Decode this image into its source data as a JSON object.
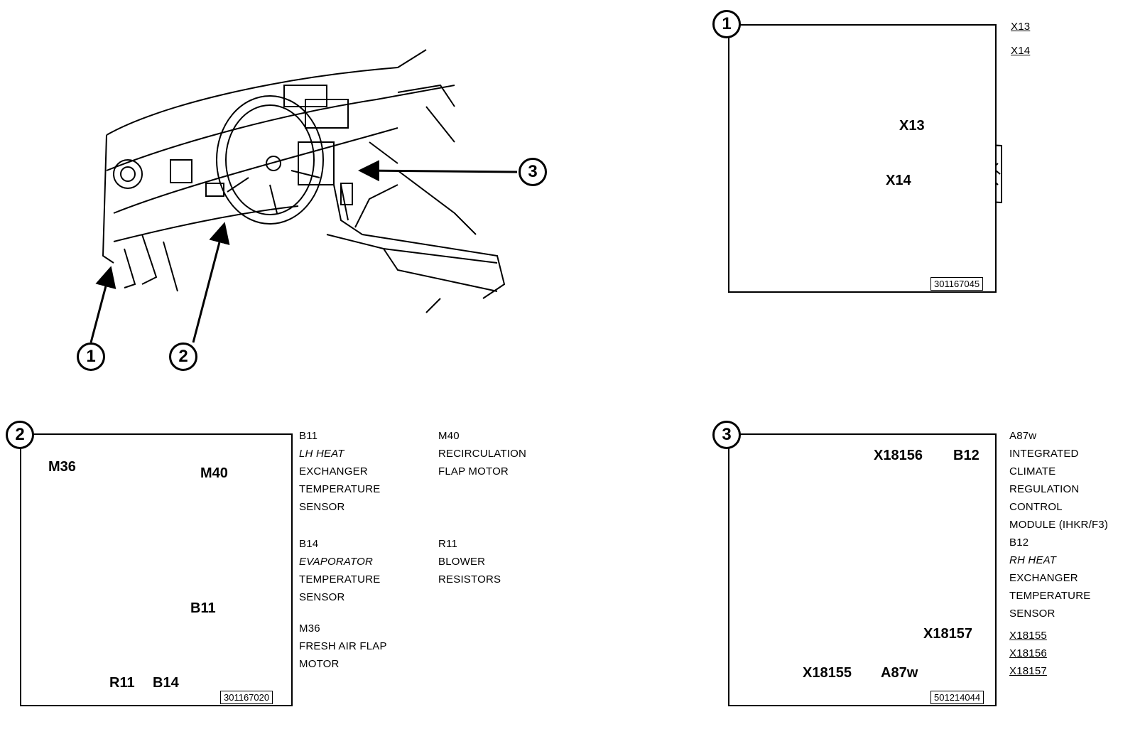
{
  "overview": {
    "callouts": [
      "1",
      "2",
      "3"
    ]
  },
  "panel1": {
    "badge": "1",
    "photo_labels": [
      "X13",
      "X14"
    ],
    "figure_no": "301167045",
    "legend": [
      "X13",
      "X14"
    ]
  },
  "panel2": {
    "badge": "2",
    "photo_labels": [
      "M36",
      "M40",
      "B11",
      "R11",
      "B14"
    ],
    "figure_no": "301167020",
    "legend_col1": [
      {
        "lines": [
          "B11",
          "LH HEAT",
          "EXCHANGER",
          "TEMPERATURE",
          "SENSOR"
        ]
      },
      {
        "lines": [
          "B14",
          "EVAPORATOR",
          "TEMPERATURE",
          "SENSOR"
        ]
      },
      {
        "lines": [
          "M36",
          "FRESH AIR FLAP",
          "MOTOR"
        ]
      }
    ],
    "legend_col2": [
      {
        "lines": [
          "M40",
          "RECIRCULATION",
          "FLAP MOTOR"
        ]
      },
      {
        "lines": [
          "R11",
          "BLOWER",
          "RESISTORS"
        ]
      }
    ]
  },
  "panel3": {
    "badge": "3",
    "photo_labels": [
      "X18156",
      "B12",
      "X18157",
      "X18155",
      "A87w"
    ],
    "figure_no": "501214044",
    "legend": [
      "A87w",
      "INTEGRATED",
      "CLIMATE",
      "REGULATION",
      "CONTROL",
      "MODULE (IHKR/F3)",
      "B12",
      "RH HEAT",
      "EXCHANGER",
      "TEMPERATURE",
      "SENSOR"
    ],
    "legend_connectors": [
      "X18155",
      "X18156",
      "X18157"
    ]
  }
}
